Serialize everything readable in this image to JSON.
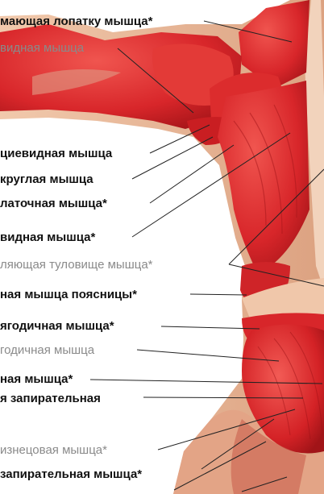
{
  "labels": [
    "мающая лопатку мышца*",
    "видная мышца",
    "циевидная мышца",
    "круглая мышца",
    "латочная мышца*",
    "видная мышца*",
    "ляющая туловище мышца*",
    "ная мышца поясницы*",
    "ягодичная мышца*",
    "годичная мышца",
    "ная мышца*",
    "я запирательная",
    "изнецовая мышца*",
    "запирательная мышца*"
  ],
  "colors": {
    "background": "#ffffff",
    "muscle": "#d8262a",
    "muscle_dark": "#9e1216",
    "skin": "#e8b89a",
    "leader_line": "#222222",
    "text_bold": "#111111",
    "text_light": "#8a8a8a"
  }
}
